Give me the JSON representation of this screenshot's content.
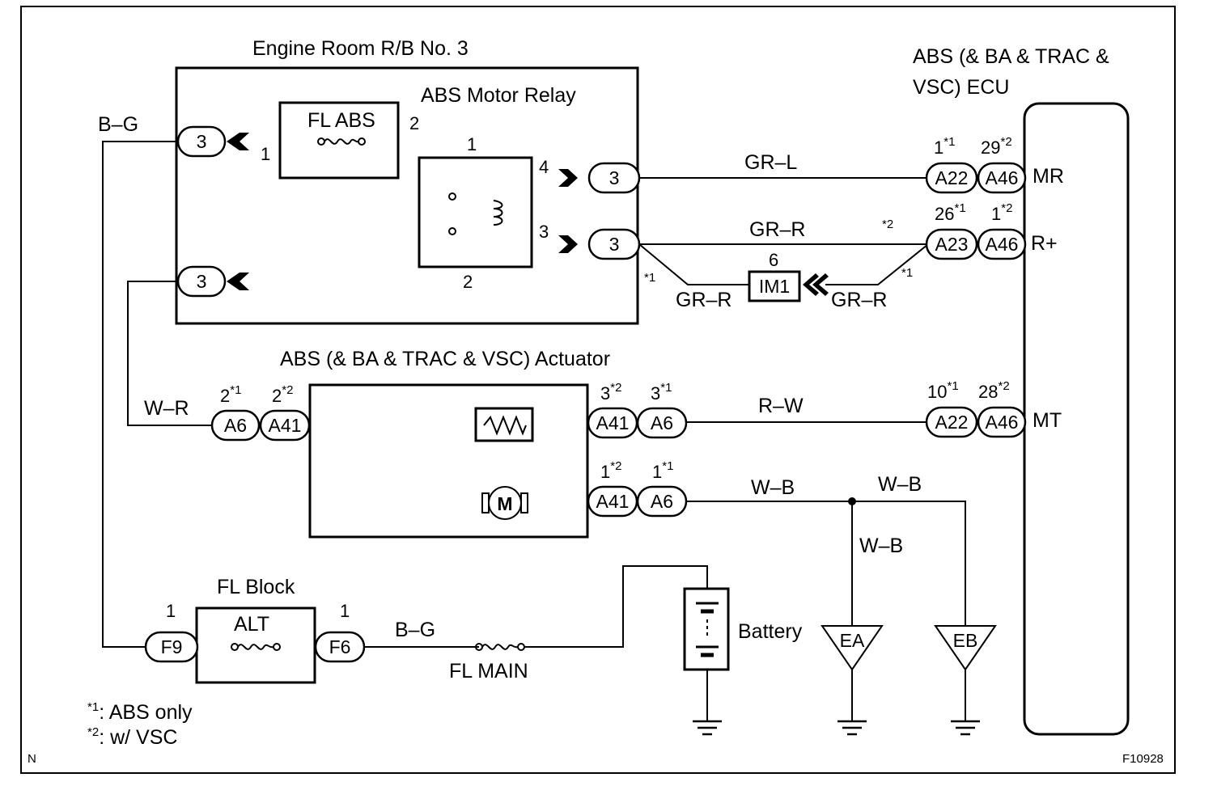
{
  "labels": {
    "engine_rb": "Engine Room R/B No. 3",
    "motor_relay": "ABS Motor Relay",
    "fl_abs": "FL ABS",
    "ecu_line1": "ABS (& BA & TRAC &",
    "ecu_line2": "VSC) ECU",
    "actuator": "ABS (& BA & TRAC & VSC) Actuator",
    "fl_block": "FL Block",
    "alt": "ALT",
    "fl_main": "FL MAIN",
    "battery": "Battery",
    "motor": "M",
    "footnote1": ": ABS only",
    "footnote2": ": w/ VSC",
    "fn_mark1": "*1",
    "fn_mark2": "*2",
    "corner_n": "N",
    "figure_id": "F10928"
  },
  "wires": {
    "bg_top": "B–G",
    "gr_l": "GR–L",
    "gr_r_top": "GR–R",
    "gr_r_left": "GR–R",
    "gr_r_right": "GR–R",
    "w_r": "W–R",
    "r_w": "R–W",
    "w_b_1": "W–B",
    "w_b_2": "W–B",
    "w_b_3": "W–B",
    "bg_bottom": "B–G"
  },
  "connectors": {
    "rb_3a": "3",
    "rb_3b": "3",
    "rb_3c": "3",
    "rb_3d": "3",
    "im1": "IM1",
    "a22_mr": "A22",
    "a46_mr": "A46",
    "a23_r": "A23",
    "a46_r": "A46",
    "a22_mt": "A22",
    "a46_mt": "A46",
    "a6_in": "A6",
    "a41_in": "A41",
    "a41_mt": "A41",
    "a6_mt": "A6",
    "a41_m": "A41",
    "a6_m": "A6",
    "f9": "F9",
    "f6": "F6",
    "ea": "EA",
    "eb": "EB"
  },
  "pins": {
    "fl_abs_1": "1",
    "fl_abs_2": "2",
    "relay_1": "1",
    "relay_2": "2",
    "relay_3": "3",
    "relay_4": "4",
    "im1_6": "6",
    "mr_a22": "1",
    "mr_a46": "29",
    "r_a23": "26",
    "r_a46": "1",
    "mt_a22": "10",
    "mt_a46": "28",
    "act_a6_in": "2",
    "act_a41_in": "2",
    "act_a41_mt": "3",
    "act_a6_mt": "3",
    "act_a41_m": "1",
    "act_a6_m": "1",
    "f9_pin": "1",
    "f6_pin": "1"
  },
  "terminals": {
    "mr": "MR",
    "r_plus": "R+",
    "mt": "MT"
  }
}
